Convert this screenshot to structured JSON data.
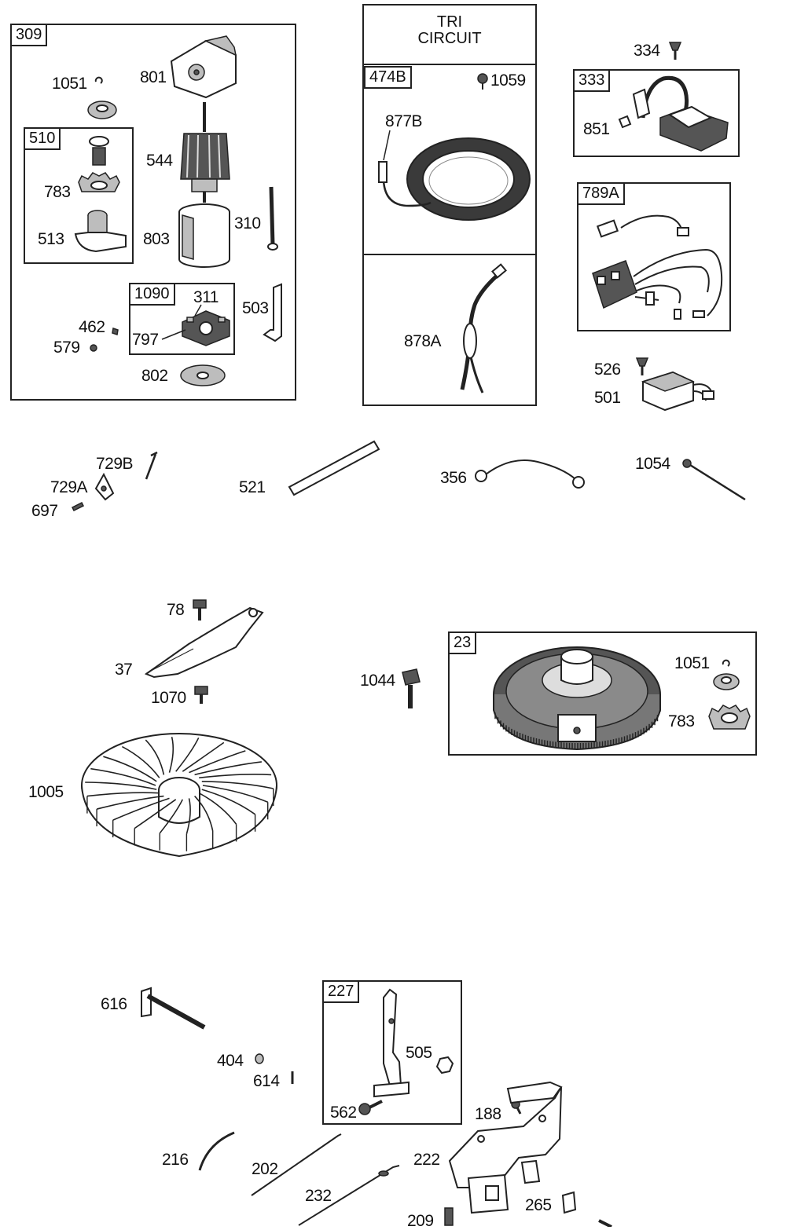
{
  "groups": {
    "g309": "309",
    "g510": "510",
    "g1090": "1090",
    "g474B": "474B",
    "g333": "333",
    "g789A": "789A",
    "g23": "23",
    "g227": "227"
  },
  "tri_circuit": {
    "line1": "TRI",
    "line2": "CIRCUIT"
  },
  "labels": {
    "p1051a": "1051",
    "p801": "801",
    "p544": "544",
    "p783a": "783",
    "p513": "513",
    "p803": "803",
    "p310": "310",
    "p311": "311",
    "p503": "503",
    "p462": "462",
    "p579": "579",
    "p797": "797",
    "p802": "802",
    "p1059": "1059",
    "p877B": "877B",
    "p878A": "878A",
    "p334": "334",
    "p851": "851",
    "p526": "526",
    "p501": "501",
    "p729B": "729B",
    "p729A": "729A",
    "p697": "697",
    "p521": "521",
    "p356": "356",
    "p1054": "1054",
    "p78": "78",
    "p37": "37",
    "p1070": "1070",
    "p1005": "1005",
    "p1044": "1044",
    "p1051b": "1051",
    "p783b": "783",
    "p616": "616",
    "p404": "404",
    "p614": "614",
    "p505": "505",
    "p562": "562",
    "p188": "188",
    "p216": "216",
    "p202": "202",
    "p222": "222",
    "p232": "232",
    "p209": "209",
    "p265": "265"
  }
}
